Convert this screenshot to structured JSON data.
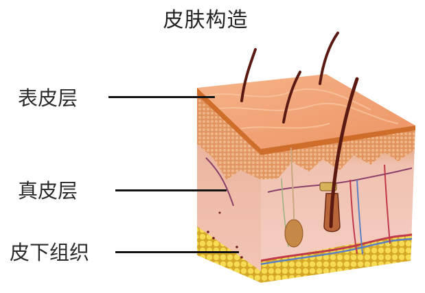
{
  "title": "皮肤构造",
  "labels": {
    "epidermis": "表皮层",
    "dermis": "真皮层",
    "subcutaneous": "皮下组织"
  },
  "colors": {
    "top_surface": "#f0a577",
    "epidermis_band": "#d9782f",
    "dermis": "#f3c3b3",
    "fat": "#e8c93a",
    "hair": "#5a1a12",
    "leader_line": "#111111"
  }
}
